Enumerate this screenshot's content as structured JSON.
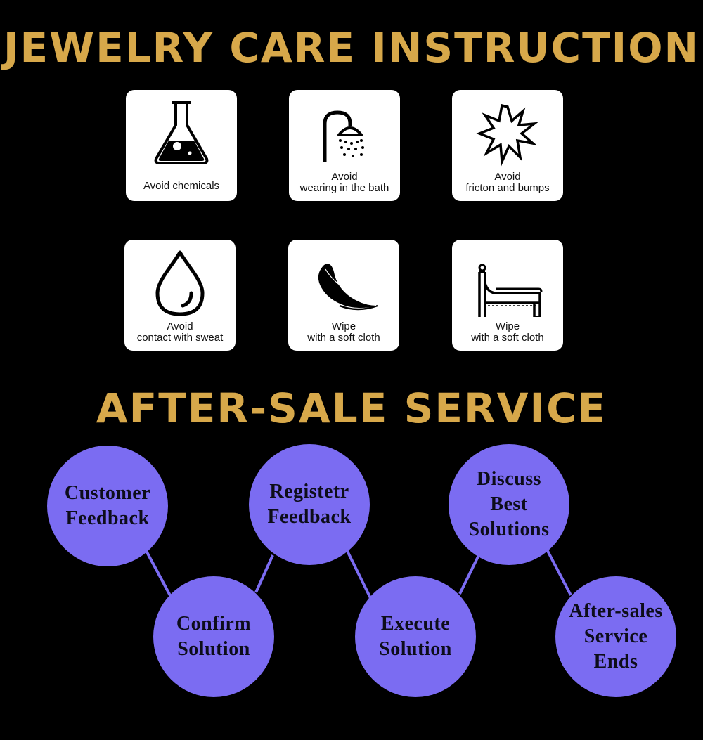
{
  "colors": {
    "background": "#000000",
    "heading": "#D7A84A",
    "card_bg": "#FFFFFF",
    "circle_fill": "#7B6CF2",
    "connector": "#7B6CF2"
  },
  "care": {
    "title": "JEWELRY CARE INSTRUCTION",
    "items": [
      {
        "icon": "flask-icon",
        "line1": "Avoid chemicals",
        "line2": ""
      },
      {
        "icon": "shower-icon",
        "line1": "Avoid",
        "line2": "wearing in the bath"
      },
      {
        "icon": "starburst-icon",
        "line1": "Avoid",
        "line2": "fricton and bumps"
      },
      {
        "icon": "water-drop-icon",
        "line1": "Avoid",
        "line2": "contact with sweat"
      },
      {
        "icon": "feather-icon",
        "line1": "Wipe",
        "line2": "with a soft cloth"
      },
      {
        "icon": "bed-icon",
        "line1": "Wipe",
        "line2": "with a soft cloth"
      }
    ]
  },
  "service": {
    "title": "AFTER-SALE SERVICE",
    "steps": [
      {
        "lines": [
          "Customer",
          "Feedback"
        ]
      },
      {
        "lines": [
          "Confirm",
          "Solution"
        ]
      },
      {
        "lines": [
          "Registetr",
          "Feedback"
        ]
      },
      {
        "lines": [
          "Execute",
          "Solution"
        ]
      },
      {
        "lines": [
          "Discuss",
          "Best",
          "Solutions"
        ]
      },
      {
        "lines": [
          "After-sales",
          "Service",
          "Ends"
        ]
      }
    ]
  }
}
